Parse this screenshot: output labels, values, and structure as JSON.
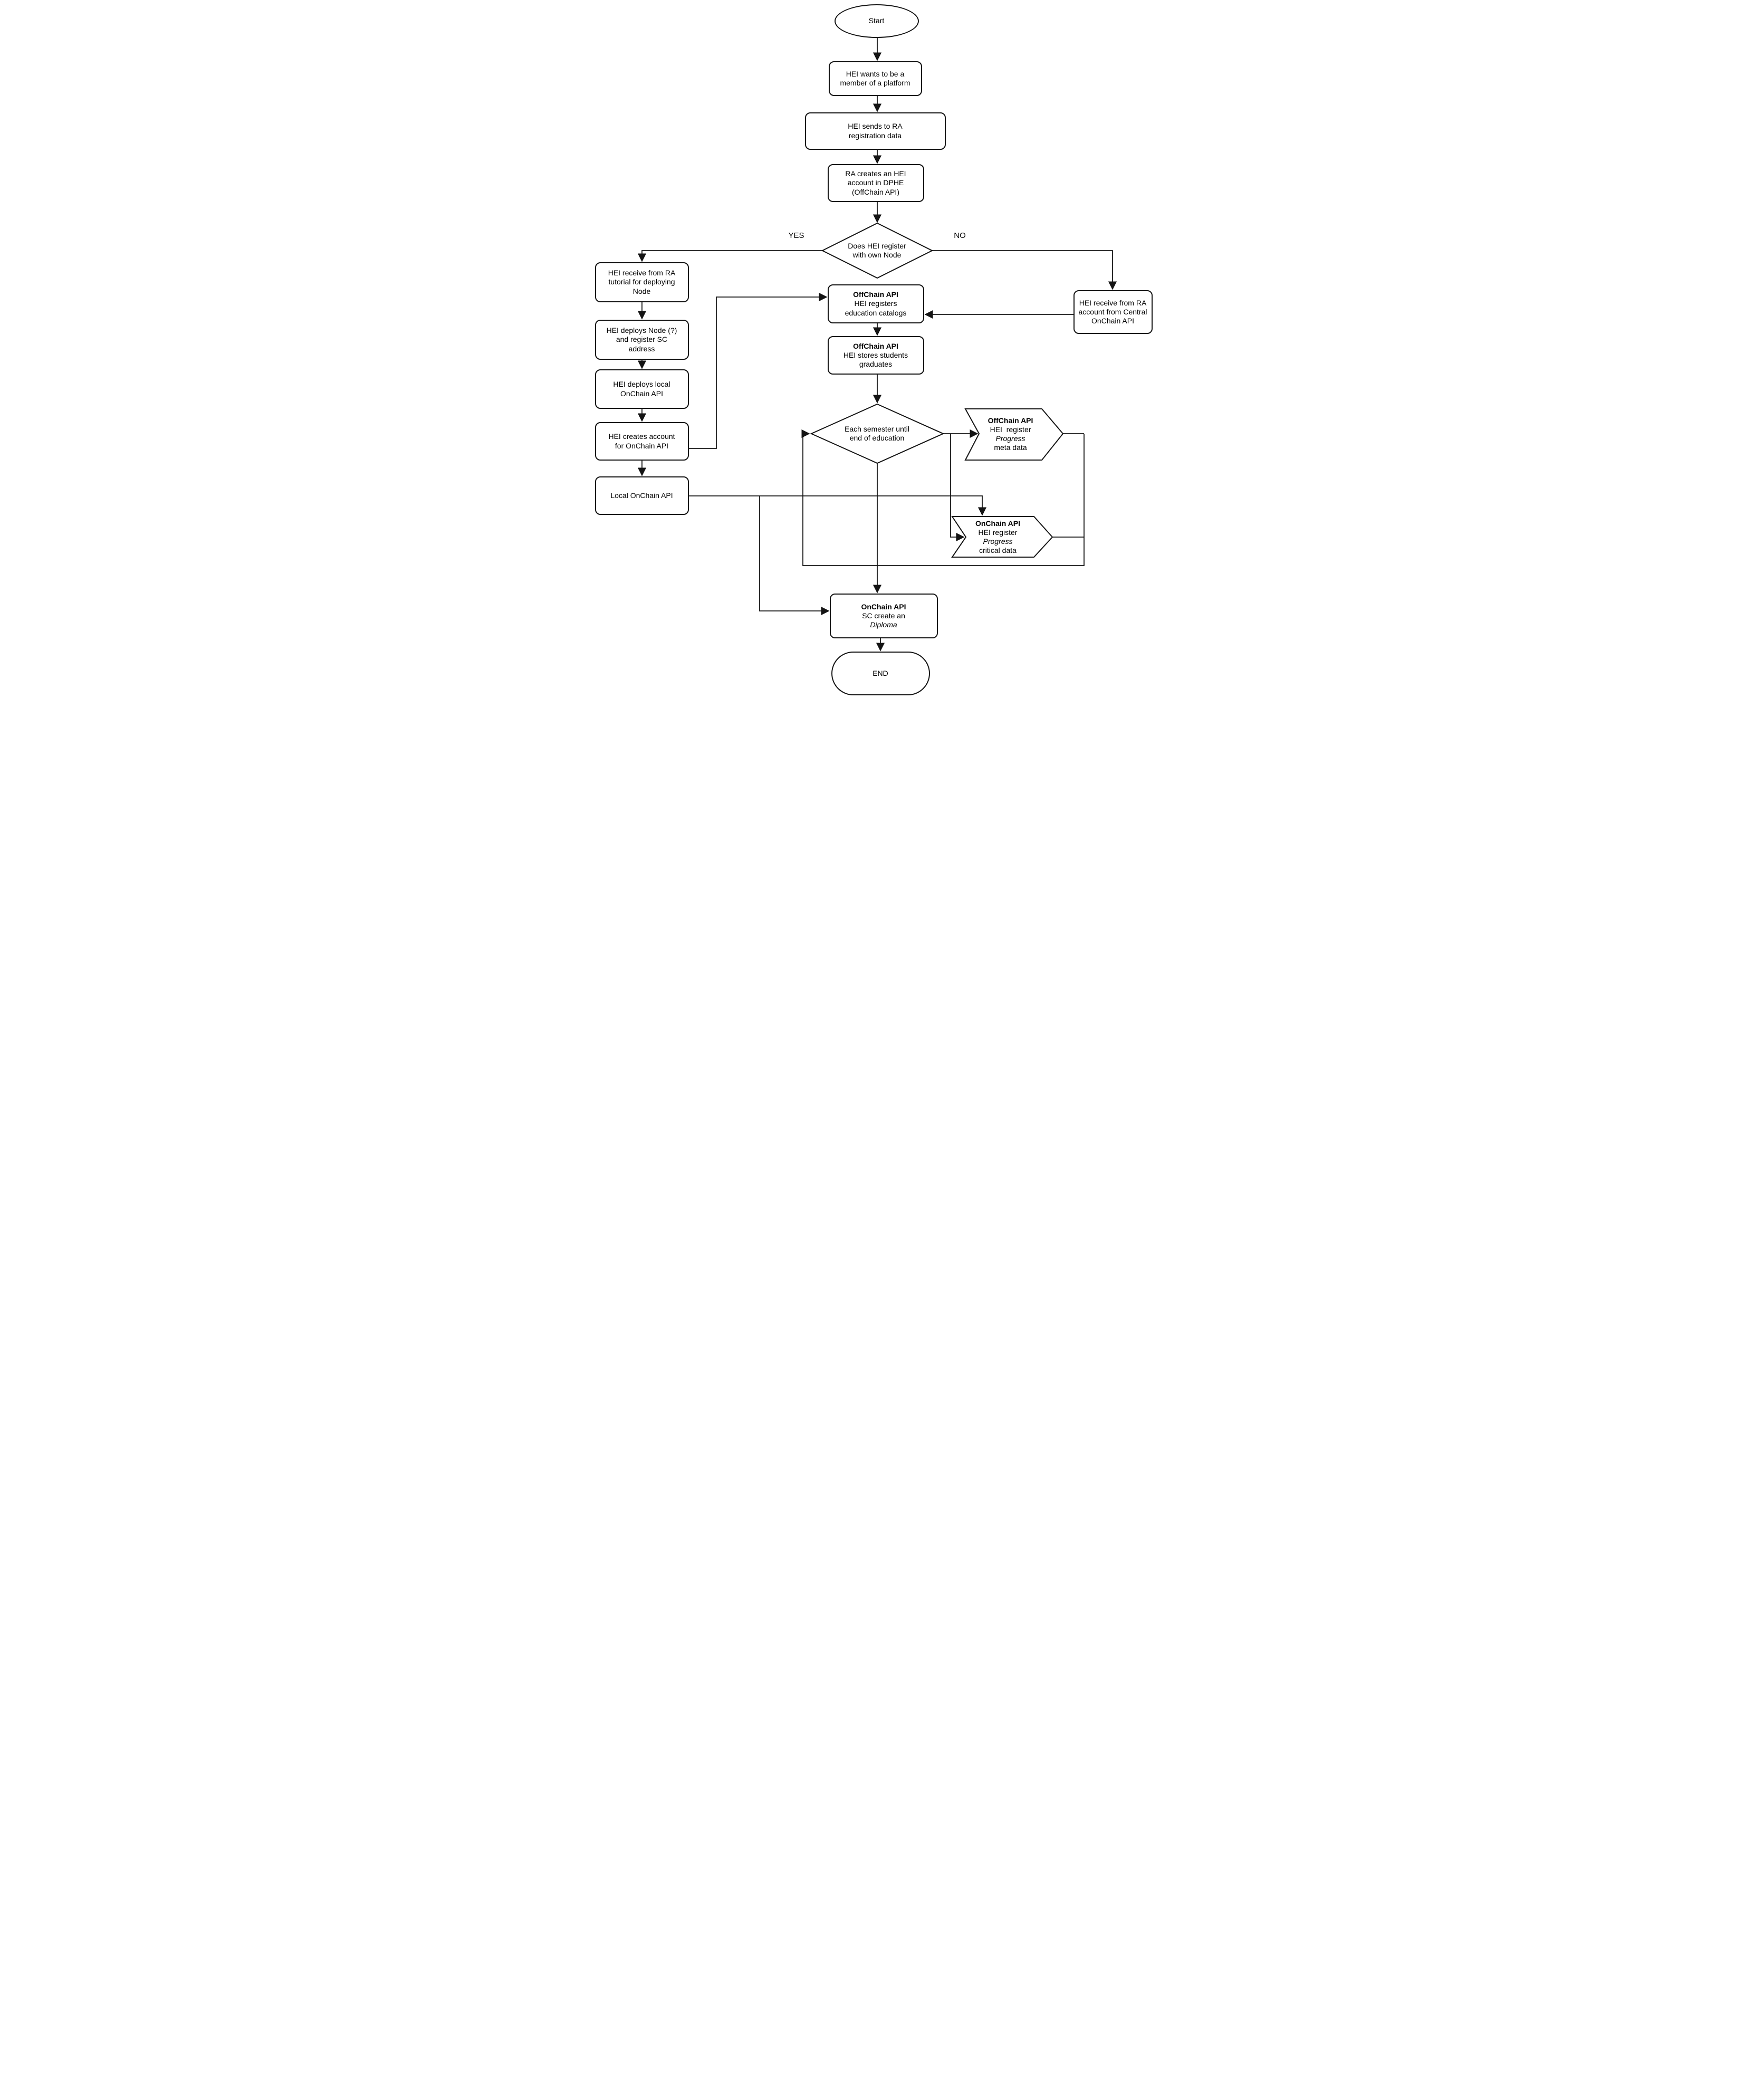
{
  "labels": {
    "yes": "YES",
    "no": "NO"
  },
  "colors": {
    "stroke": "#141414",
    "background": "#ffffff",
    "text": "#000000"
  },
  "nodes": {
    "start": {
      "lines": [
        "Start"
      ]
    },
    "member": {
      "lines": [
        "HEI wants to be a",
        "member of a platform"
      ]
    },
    "send_ra": {
      "lines": [
        "HEI sends to RA",
        "registration data"
      ]
    },
    "ra_creates": {
      "lines": [
        "RA creates an HEI",
        "account in DPHE",
        "(OffChain API)"
      ]
    },
    "d_own_node": {
      "lines": [
        "Does HEI register",
        "with own Node"
      ]
    },
    "tutorial": {
      "lines": [
        "HEI receive from RA",
        "tutorial for deploying",
        "Node"
      ]
    },
    "deploy_node": {
      "lines": [
        "HEI deploys Node (?)",
        "and register SC",
        "address"
      ]
    },
    "deploy_local": {
      "lines": [
        "HEI deploys local",
        "OnChain API"
      ]
    },
    "create_account": {
      "lines": [
        "HEI creates account",
        "for OnChain API"
      ]
    },
    "local_onchain": {
      "lines": [
        "Local OnChain API"
      ]
    },
    "register_catalogs": {
      "lines": [
        "OffChain API",
        "HEI registers",
        "education catalogs"
      ]
    },
    "store_graduates": {
      "lines": [
        "OffChain API",
        "HEI stores students",
        "graduates"
      ]
    },
    "d_semester": {
      "lines": [
        "Each semester until",
        "end of education"
      ]
    },
    "meta_chevron": {
      "lines": [
        "OffChain API",
        "HEI  register",
        "Progress",
        "meta data"
      ]
    },
    "critical_chevron": {
      "lines": [
        "OnChain API",
        "HEI register",
        "Progress",
        "critical data"
      ]
    },
    "receive_central": {
      "lines": [
        "HEI receive from RA",
        "account from Central",
        "OnChain API"
      ]
    },
    "diploma": {
      "lines": [
        "OnChain API",
        "SC create an",
        "Diploma"
      ]
    },
    "end": {
      "lines": [
        "END"
      ]
    }
  }
}
